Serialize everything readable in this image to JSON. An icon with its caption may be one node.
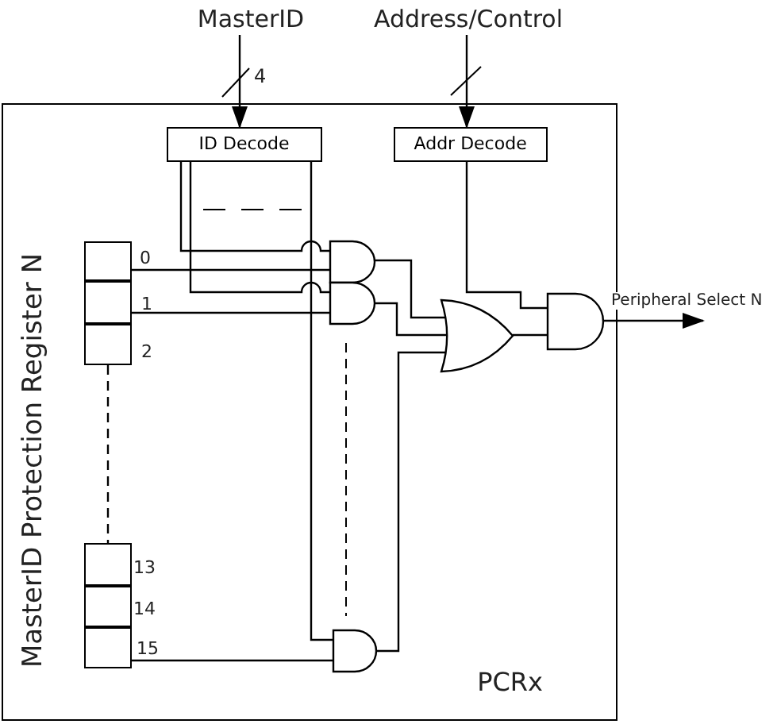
{
  "diagram": {
    "nodes": [
      {
        "text": [
          "PCRx"
        ]
      },
      {
        "text": [
          "MasterID"
        ]
      },
      {
        "text": [
          "Address/Control"
        ]
      },
      {
        "text": [
          "ID Decode"
        ],
        "in": 0
      },
      {
        "text": [
          "Addr Decode"
        ],
        "in": 0
      },
      {
        "text": [],
        "shape": "box",
        "in": 0
      },
      {
        "text": [],
        "shape": "box",
        "in": 0
      },
      {
        "text": [],
        "shape": "box",
        "in": 0
      },
      {
        "text": [],
        "shape": "box",
        "in": 0
      },
      {
        "text": [],
        "shape": "box",
        "in": 0
      },
      {
        "text": [],
        "shape": "box",
        "in": 0
      },
      {
        "text": [],
        "shape": "and-gate",
        "in": 0
      },
      {
        "text": [],
        "shape": "and-gate",
        "in": 0
      },
      {
        "text": [],
        "shape": "and-gate",
        "in": 0
      },
      {
        "text": [],
        "shape": "or-gate",
        "in": 0
      },
      {
        "text": [],
        "shape": "and-gate",
        "in": 0
      }
    ],
    "edges": [
      {
        "from": 1,
        "to": 3,
        "arrow": "to"
      },
      {
        "from": 2,
        "to": 4,
        "arrow": "to"
      },
      {
        "from": 3,
        "to": 11,
        "arrow": "none"
      },
      {
        "from": 3,
        "to": 12,
        "arrow": "none"
      },
      {
        "from": 3,
        "to": 13,
        "arrow": "none"
      },
      {
        "from": 5,
        "to": 11,
        "arrow": "none"
      },
      {
        "from": 6,
        "to": 12,
        "arrow": "none"
      },
      {
        "from": 10,
        "to": 13,
        "arrow": "none"
      },
      {
        "from": 11,
        "to": 14,
        "arrow": "none"
      },
      {
        "from": 12,
        "to": 14,
        "arrow": "none"
      },
      {
        "from": 13,
        "to": 14,
        "arrow": "none"
      },
      {
        "from": 14,
        "to": 15,
        "arrow": "none"
      },
      {
        "from": 4,
        "to": 15,
        "arrow": "none"
      },
      {
        "from": 15,
        "to": null,
        "arrow": "to",
        "label": "Peripheral Select N"
      },
      {
        "from": 7,
        "to": 8,
        "arrow": "none",
        "style": "dashed"
      }
    ],
    "labels": [
      "4",
      "MasterID Protection Register N",
      "0",
      "1",
      "2",
      "13",
      "14",
      "15"
    ]
  }
}
